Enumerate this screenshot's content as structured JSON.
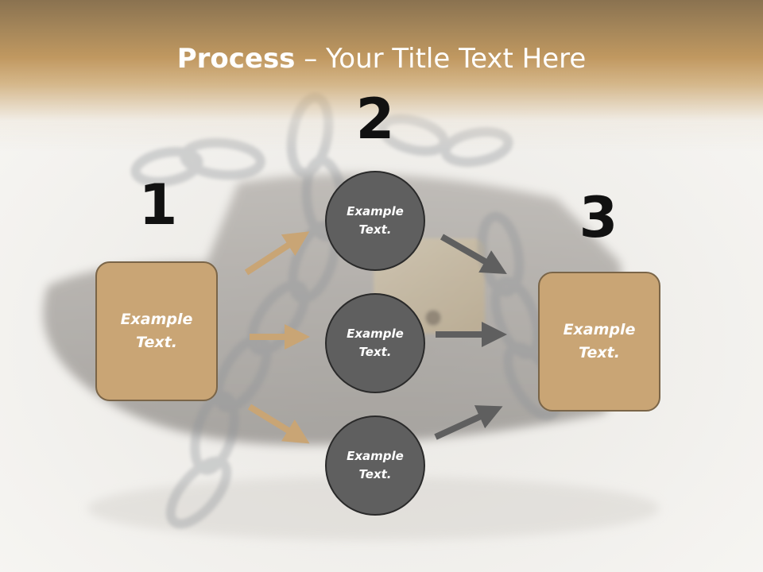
{
  "slide": {
    "title_bold": "Process",
    "title_rest": " – Your Title Text Here",
    "step_numbers": [
      "1",
      "2",
      "3"
    ],
    "left_box": {
      "text": "Example Text."
    },
    "right_box": {
      "text": "Example Text."
    },
    "circles": [
      {
        "text": "Example Text."
      },
      {
        "text": "Example Text."
      },
      {
        "text": "Example Text."
      }
    ]
  },
  "colors": {
    "title_band": "#c09860",
    "box_fill": "#c9a575",
    "box_border": "#7a6548",
    "circle_fill": "#5f5f5f",
    "circle_border": "#2a2a2a",
    "tan_arrow": "#c9a575",
    "gray_arrow": "#5f5f5f",
    "number_color": "#111111"
  },
  "background": {
    "image_subject": "wallet-wrapped-in-chain-with-padlock"
  }
}
